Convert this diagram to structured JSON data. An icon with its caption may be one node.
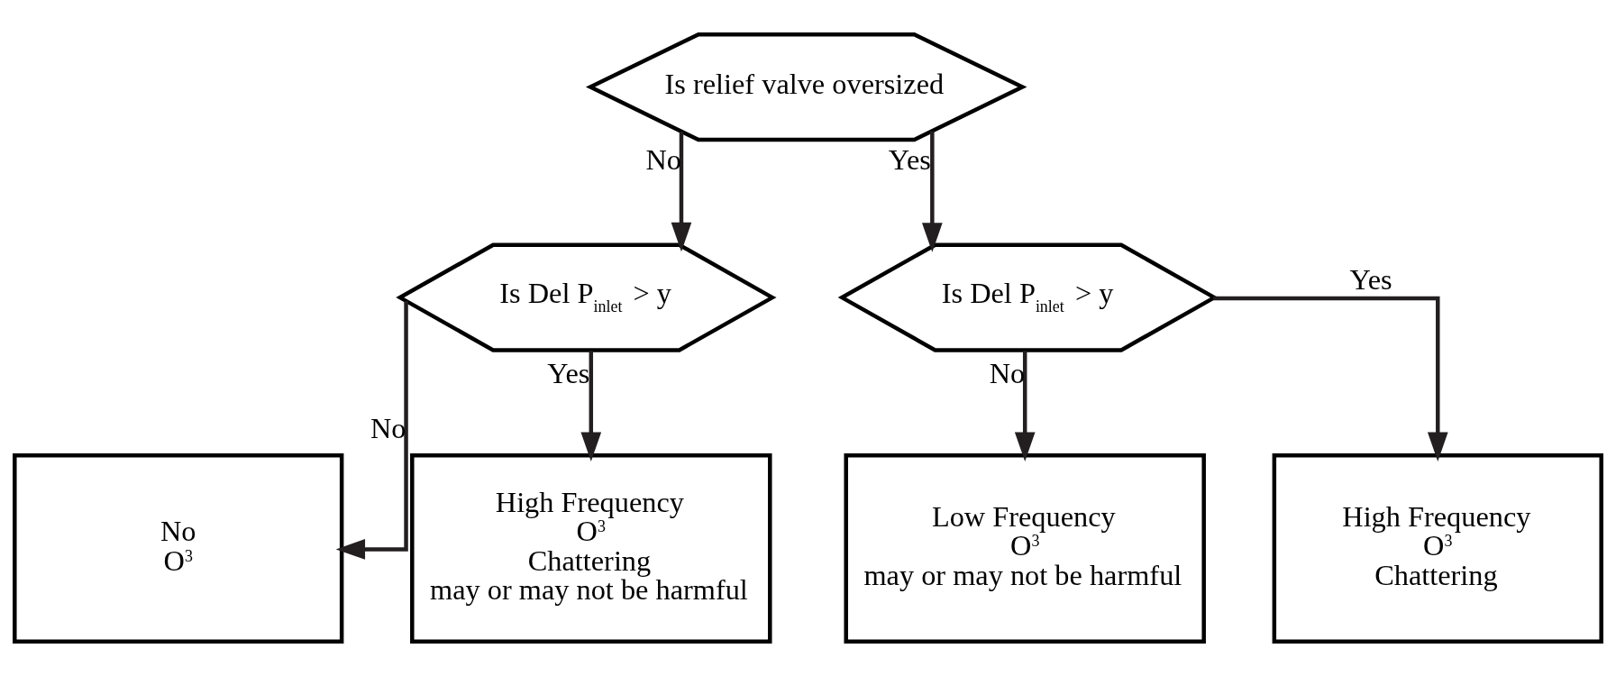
{
  "diagram": {
    "nodes": [
      {
        "text": [
          "Is relief valve oversized"
        ]
      },
      {
        "text": [
          "Is Del P$_{inlet}$ > y"
        ]
      },
      {
        "text": [
          "Is Del P$_{inlet}$ > y"
        ]
      },
      {
        "text": [
          "No",
          "O$^{3}$"
        ]
      },
      {
        "text": [
          "High Frequency",
          "O$^{3}$",
          "Chattering",
          "may or may not be harmful"
        ]
      },
      {
        "text": [
          "Low Frequency",
          "O$^{3}$",
          "may or may not be harmful"
        ]
      },
      {
        "text": [
          "High Frequency",
          "O$^{3}$",
          "Chattering"
        ]
      }
    ],
    "edges": [
      {
        "from": 0,
        "to": 1,
        "arrow": "to",
        "label": "No"
      },
      {
        "from": 0,
        "to": 2,
        "arrow": "to",
        "label": "Yes"
      },
      {
        "from": 1,
        "to": 3,
        "arrow": "to",
        "label": "No"
      },
      {
        "from": 1,
        "to": 4,
        "arrow": "to",
        "label": "Yes"
      },
      {
        "from": 2,
        "to": 5,
        "arrow": "to",
        "label": "No"
      },
      {
        "from": 2,
        "to": 6,
        "arrow": "to",
        "label": "Yes"
      }
    ]
  }
}
